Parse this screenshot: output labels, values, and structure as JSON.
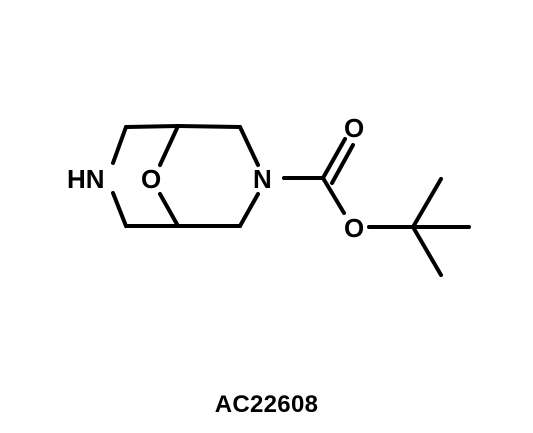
{
  "compound": {
    "code": "AC22608"
  },
  "atoms": {
    "amine_nh": "HN",
    "bridge_oxygen": "O",
    "carbamate_nitrogen": "N",
    "carbonyl_oxygen": "O",
    "ester_oxygen": "O"
  }
}
